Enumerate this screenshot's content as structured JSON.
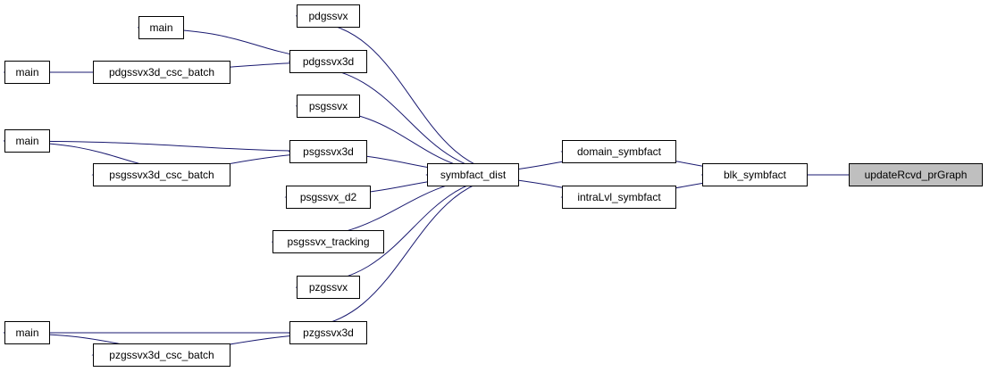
{
  "nodes": {
    "n_target": "updateRcvd_prGraph",
    "n_blk": "blk_symbfact",
    "n_domain": "domain_symbfact",
    "n_intra": "intraLvl_symbfact",
    "n_symb": "symbfact_dist",
    "n_pdgssvx": "pdgssvx",
    "n_pdgssvx3d": "pdgssvx3d",
    "n_psgssvx": "psgssvx",
    "n_psgssvx3d": "psgssvx3d",
    "n_psgssvx_d2": "psgssvx_d2",
    "n_psgssvx_tracking": "psgssvx_tracking",
    "n_pzgssvx": "pzgssvx",
    "n_pzgssvx3d": "pzgssvx3d",
    "n_pd_batch": "pdgssvx3d_csc_batch",
    "n_ps_batch": "psgssvx3d_csc_batch",
    "n_pz_batch": "pzgssvx3d_csc_batch",
    "n_main_pd_top": "main",
    "n_main_pd_batch": "main",
    "n_main_ps": "main",
    "n_main_pz": "main"
  },
  "colors": {
    "edge": "#191970",
    "current_fill": "#bfbfbf",
    "node_fill": "#ffffff",
    "node_border": "#000000"
  },
  "edges": [
    [
      "n_blk",
      "n_target"
    ],
    [
      "n_domain",
      "n_blk"
    ],
    [
      "n_intra",
      "n_blk"
    ],
    [
      "n_symb",
      "n_domain"
    ],
    [
      "n_symb",
      "n_intra"
    ],
    [
      "n_pdgssvx",
      "n_symb"
    ],
    [
      "n_pdgssvx3d",
      "n_symb"
    ],
    [
      "n_psgssvx",
      "n_symb"
    ],
    [
      "n_psgssvx3d",
      "n_symb"
    ],
    [
      "n_psgssvx_d2",
      "n_symb"
    ],
    [
      "n_psgssvx_tracking",
      "n_symb"
    ],
    [
      "n_pzgssvx",
      "n_symb"
    ],
    [
      "n_pzgssvx3d",
      "n_symb"
    ],
    [
      "n_main_pd_top",
      "n_pdgssvx3d"
    ],
    [
      "n_pd_batch",
      "n_pdgssvx3d"
    ],
    [
      "n_main_pd_batch",
      "n_pd_batch"
    ],
    [
      "n_main_ps",
      "n_psgssvx3d"
    ],
    [
      "n_ps_batch",
      "n_psgssvx3d"
    ],
    [
      "n_main_ps",
      "n_ps_batch"
    ],
    [
      "n_main_pz",
      "n_pzgssvx3d"
    ],
    [
      "n_pz_batch",
      "n_pzgssvx3d"
    ],
    [
      "n_main_pz",
      "n_pz_batch"
    ]
  ]
}
